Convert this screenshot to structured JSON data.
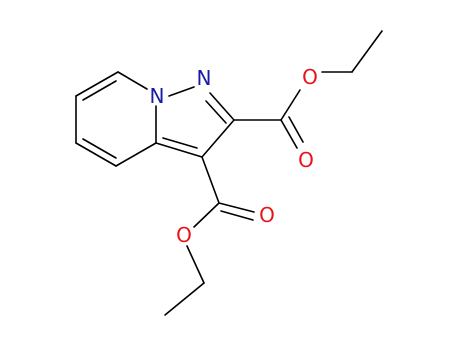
{
  "molecule": {
    "colors": {
      "carbon_bond": "#000000",
      "nitrogen": "#1a1aa6",
      "oxygen": "#e8141c"
    },
    "atoms": [
      {
        "id": "n_bridge",
        "symbol": "N",
        "label": "N",
        "color": "nitrogen"
      },
      {
        "id": "n_ring",
        "symbol": "N",
        "label": "N",
        "color": "nitrogen"
      },
      {
        "id": "o_ester_top",
        "symbol": "O",
        "label": "O",
        "color": "oxygen"
      },
      {
        "id": "o_carbonyl_top",
        "symbol": "O",
        "label": "O",
        "color": "oxygen"
      },
      {
        "id": "o_carbonyl_bottom",
        "symbol": "O",
        "label": "O",
        "color": "oxygen"
      },
      {
        "id": "o_ester_bottom",
        "symbol": "O",
        "label": "O",
        "color": "oxygen"
      }
    ]
  }
}
